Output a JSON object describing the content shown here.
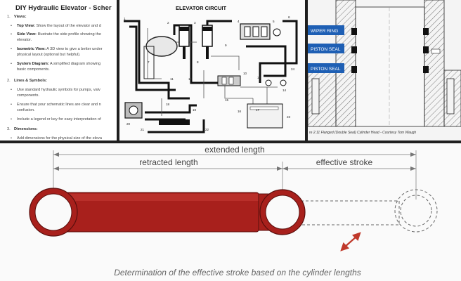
{
  "document": {
    "title": "DIY Hydraulic Elevator - Scher",
    "sections": [
      {
        "num": "1.",
        "heading": "Views:",
        "items": [
          {
            "bold": "Top View:",
            "text": " Show the layout of the elevator and d"
          },
          {
            "bold": "Side View:",
            "text": " Illustrate the side profile showing the"
          },
          {
            "bold": "",
            "text": "elevator."
          },
          {
            "bold": "Isometric View:",
            "text": " A 3D view to give a better under"
          },
          {
            "bold": "",
            "text": "physical layout (optional but helpful)."
          },
          {
            "bold": "System Diagram:",
            "text": " A simplified diagram showing"
          },
          {
            "bold": "",
            "text": "basic components."
          }
        ]
      },
      {
        "num": "2.",
        "heading": "Lines & Symbols:",
        "items": [
          {
            "bold": "",
            "text": "Use standard hydraulic symbols for pumps, valv"
          },
          {
            "bold": "",
            "text": "components."
          },
          {
            "bold": "",
            "text": "Ensure that your schematic lines are clear and n"
          },
          {
            "bold": "",
            "text": "confusion."
          },
          {
            "bold": "",
            "text": "Include a legend or key for easy interpretation of"
          }
        ]
      },
      {
        "num": "3.",
        "heading": "Dimensions:",
        "items": [
          {
            "bold": "",
            "text": "Add dimensions for the physical size of the eleva"
          }
        ]
      }
    ]
  },
  "circuit": {
    "title": "ELEVATOR CIRCUIT",
    "labels": [
      "1",
      "2",
      "3",
      "4",
      "5",
      "6",
      "7",
      "8",
      "9",
      "10",
      "11",
      "12",
      "13",
      "14",
      "15",
      "16",
      "17",
      "18",
      "19",
      "20",
      "21",
      "22",
      "23",
      "24"
    ]
  },
  "seal": {
    "labels": [
      "WIPER RING",
      "PISTON SEAL",
      "PISTON SEAL"
    ],
    "caption": "re 2.11 Flanged (Double Seal) Cylinder Head - Courtesy Tom Waugh"
  },
  "cylinder": {
    "extended_label": "extended length",
    "retracted_label": "retracted length",
    "stroke_label": "effective stroke",
    "caption": "Determination of the effective stroke based on the cylinder lengths",
    "body_color": "#a8201c",
    "arrow_color": "#c0392b"
  }
}
